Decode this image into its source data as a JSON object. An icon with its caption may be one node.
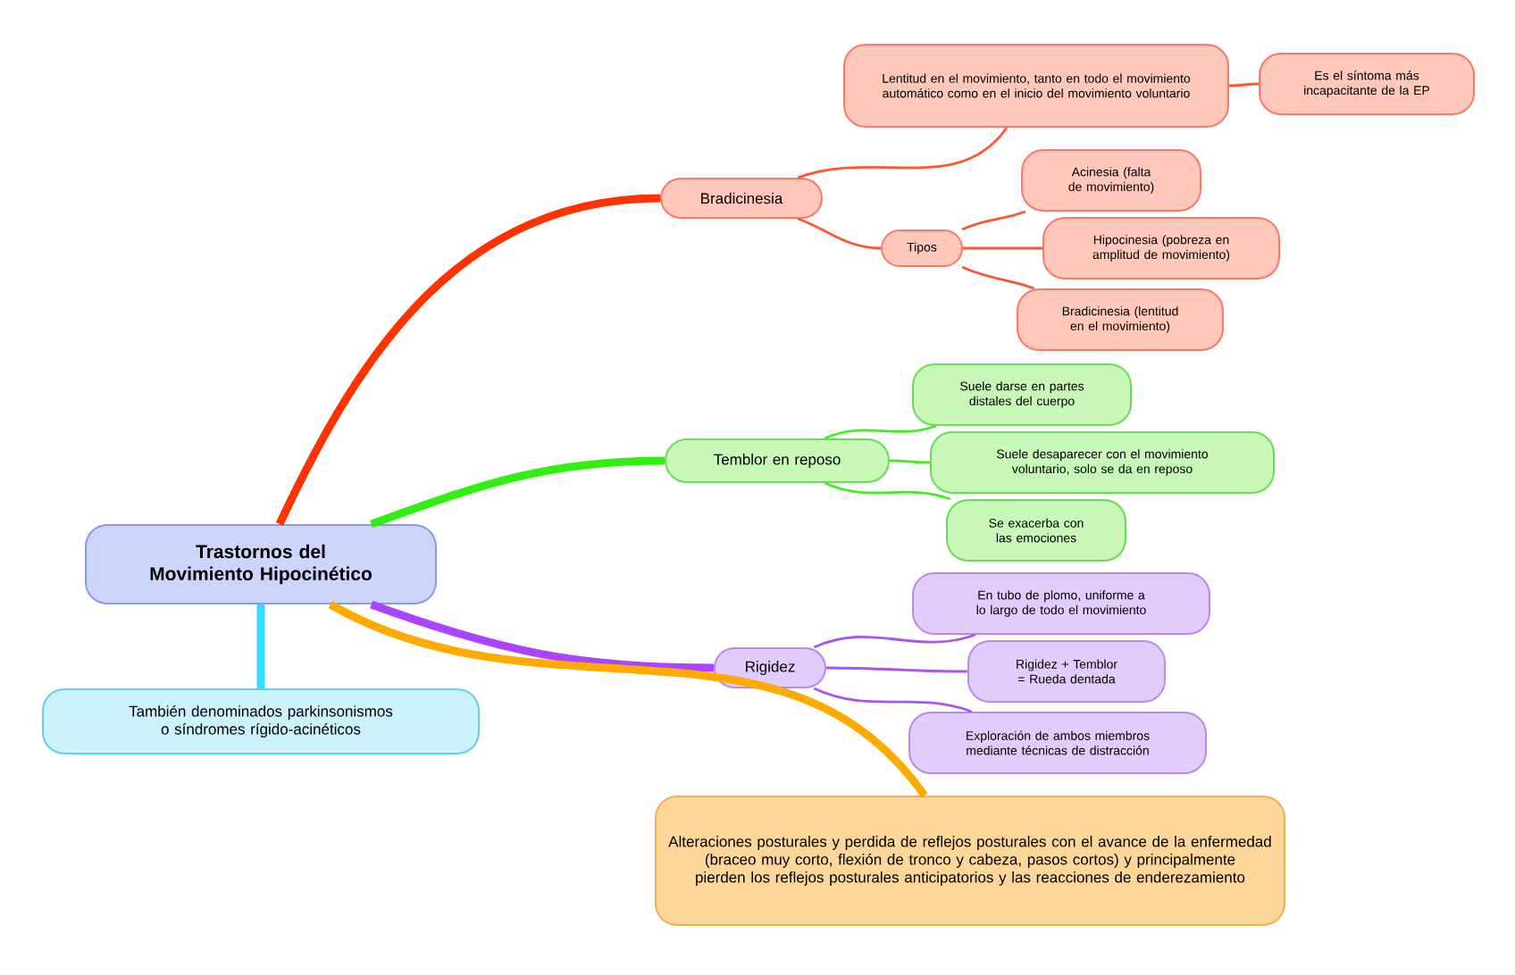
{
  "diagram": {
    "nodes": [
      {
        "text": [
          "Trastornos del Movimiento Hipocinético"
        ]
      },
      {
        "text": [
          "Bradicinesia"
        ]
      },
      {
        "text": [
          "Lentitud en el movimiento, tanto en todo el movimiento automático como en el inicio del movimiento voluntario"
        ]
      },
      {
        "text": [
          "Es el síntoma más incapacitante de la EP"
        ]
      },
      {
        "text": [
          "Tipos"
        ]
      },
      {
        "text": [
          "Acinesia (falta de movimiento)"
        ]
      },
      {
        "text": [
          "Hipocinesia (pobreza en amplitud de movimiento)"
        ]
      },
      {
        "text": [
          "Bradicinesia (lentitud en el movimiento)"
        ]
      },
      {
        "text": [
          "Temblor en reposo"
        ]
      },
      {
        "text": [
          "Suele darse en partes distales del cuerpo"
        ]
      },
      {
        "text": [
          "Suele desaparecer con el movimiento voluntario, solo se da en reposo"
        ]
      },
      {
        "text": [
          "Se exacerba con las emociones"
        ]
      },
      {
        "text": [
          "Rigidez"
        ]
      },
      {
        "text": [
          "En tubo de plomo, uniforme a lo largo de todo el movimiento"
        ]
      },
      {
        "text": [
          "Rigidez + Temblor = Rueda dentada"
        ]
      },
      {
        "text": [
          "Exploración de ambos miembros mediante técnicas de distracción"
        ]
      },
      {
        "text": [
          "Alteraciones posturales y perdida de reflejos posturales con el avance de la enfermedad (braceo muy corto, flexión de tronco y cabeza, pasos cortos) y principalmente pierden los reflejos posturales anticipatorios y las reacciones de enderezamiento"
        ]
      },
      {
        "text": [
          "También denominados parkinsonismos o síndromes rígido-acinéticos"
        ]
      }
    ],
    "edges": [
      {
        "from": 0,
        "to": 1,
        "arrow": "none",
        "style": "thick",
        "color": "#ff3300"
      },
      {
        "from": 1,
        "to": 2,
        "arrow": "none",
        "color": "#ff5533"
      },
      {
        "from": 2,
        "to": 3,
        "arrow": "none",
        "color": "#ff5533"
      },
      {
        "from": 1,
        "to": 4,
        "arrow": "none",
        "color": "#ff5533"
      },
      {
        "from": 4,
        "to": 5,
        "arrow": "none",
        "color": "#ff5533"
      },
      {
        "from": 4,
        "to": 6,
        "arrow": "none",
        "color": "#ff5533"
      },
      {
        "from": 4,
        "to": 7,
        "arrow": "none",
        "color": "#ff5533"
      },
      {
        "from": 0,
        "to": 8,
        "arrow": "none",
        "style": "thick",
        "color": "#33ee11"
      },
      {
        "from": 8,
        "to": 9,
        "arrow": "none",
        "color": "#44ee22"
      },
      {
        "from": 8,
        "to": 10,
        "arrow": "none",
        "color": "#44ee22"
      },
      {
        "from": 8,
        "to": 11,
        "arrow": "none",
        "color": "#44ee22"
      },
      {
        "from": 0,
        "to": 12,
        "arrow": "none",
        "style": "thick",
        "color": "#aa44ff"
      },
      {
        "from": 12,
        "to": 13,
        "arrow": "none",
        "color": "#aa55ee"
      },
      {
        "from": 12,
        "to": 14,
        "arrow": "none",
        "color": "#aa55ee"
      },
      {
        "from": 12,
        "to": 15,
        "arrow": "none",
        "color": "#aa55ee"
      },
      {
        "from": 0,
        "to": 16,
        "arrow": "none",
        "style": "thick",
        "color": "#ffaa00"
      },
      {
        "from": 0,
        "to": 17,
        "arrow": "none",
        "style": "thick",
        "color": "#33ddff"
      }
    ]
  }
}
